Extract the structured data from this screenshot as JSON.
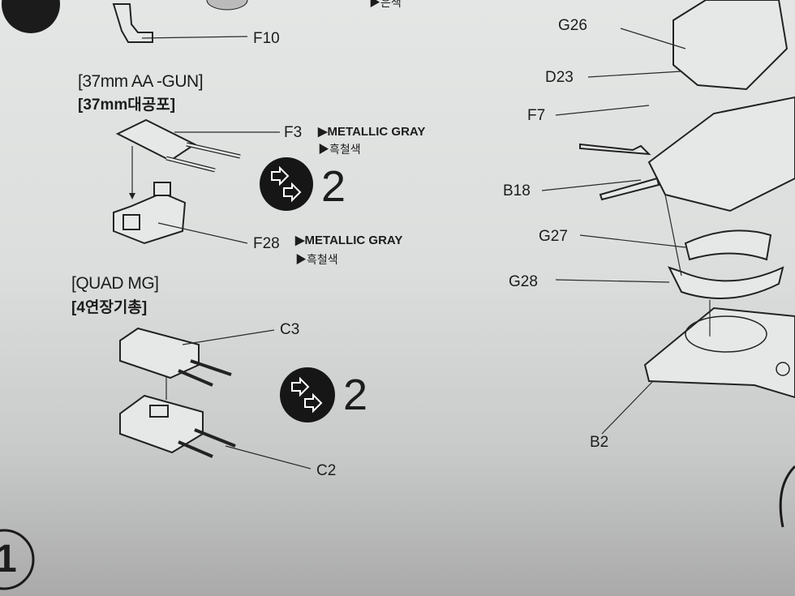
{
  "left_column": {
    "top_part_label": "F10",
    "top_paint_korean": "▶은색",
    "aa_gun": {
      "title": "[37mm AA -GUN]",
      "title_korean": "[37mm대공포]",
      "parts": [
        {
          "label": "F3",
          "paint": "▶METALLIC GRAY",
          "paint_korean": "▶흑철색"
        },
        {
          "label": "F28",
          "paint": "▶METALLIC GRAY",
          "paint_korean": "▶흑철색"
        }
      ],
      "quantity": "2",
      "quantity_icon": "repeat-arrows-icon"
    },
    "quad_mg": {
      "title": "[QUAD MG]",
      "title_korean": "[4연장기총]",
      "parts": [
        {
          "label": "C3"
        },
        {
          "label": "C2"
        }
      ],
      "quantity": "2",
      "quantity_icon": "repeat-arrows-icon"
    },
    "step_number": "1"
  },
  "right_column": {
    "part_labels": [
      "G26",
      "D23",
      "F7",
      "B18",
      "G27",
      "G28",
      "B2"
    ]
  }
}
